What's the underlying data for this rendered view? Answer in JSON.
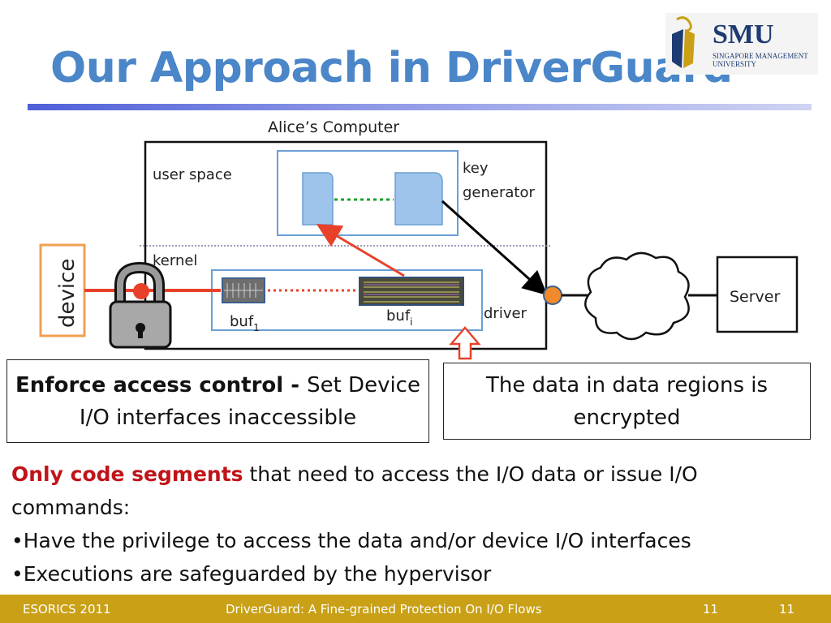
{
  "slide": {
    "title": "Our Approach in DriverGuard",
    "logo": {
      "name": "SMU",
      "line1": "SINGAPORE MANAGEMENT",
      "line2": "UNIVERSITY"
    }
  },
  "diagram": {
    "computer_label": "Alice’s Computer",
    "user_space": "user space",
    "key_generator_line1": "key",
    "key_generator_line2": "generator",
    "kernel": "kernel",
    "buf1": "buf",
    "buf1_sub": "1",
    "bufi": "buf",
    "bufi_sub": "i",
    "driver": "driver",
    "device": "device",
    "server": "Server"
  },
  "box_left": {
    "bold": "Enforce access control - ",
    "normal": "Set Device I/O interfaces inaccessible"
  },
  "box_right": {
    "text": "The data in data regions is encrypted"
  },
  "body": {
    "highlight": "Only code segments",
    "line1_rest": " that need to access the I/O data or issue I/O commands:",
    "bullet1": "•Have the privilege to access the data and/or device I/O interfaces",
    "bullet2": "•Executions are safeguarded by the hypervisor"
  },
  "footer": {
    "left": "ESORICS 2011",
    "center": "DriverGuard: A Fine-grained Protection On I/O Flows",
    "page_a": "11",
    "page_b": "11"
  },
  "colors": {
    "title": "#4a86c8",
    "footer": "#c9a016",
    "highlight": "#c0141a",
    "region_fill": "#9ec4ec",
    "region_border": "#6a9fd4"
  }
}
